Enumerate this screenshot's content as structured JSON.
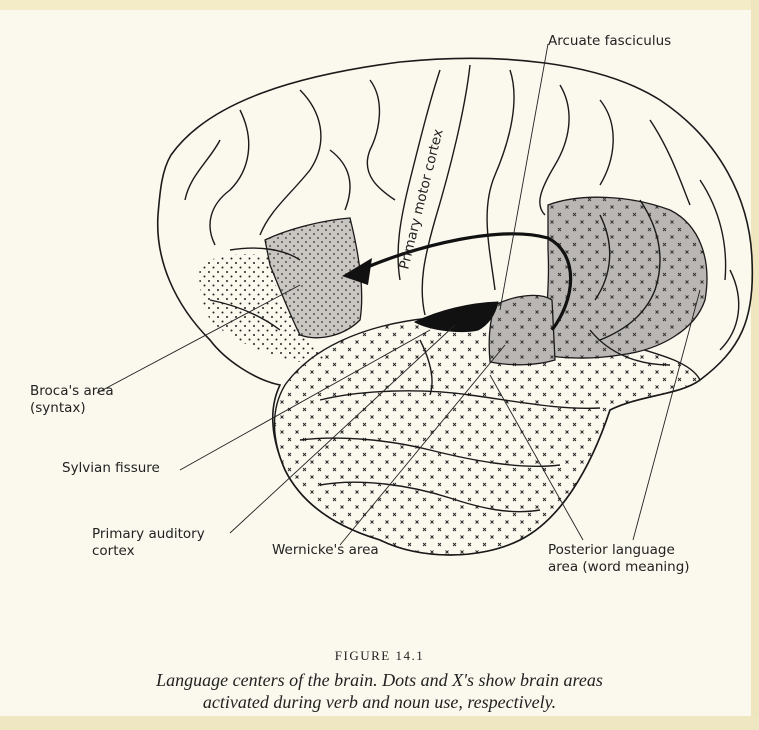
{
  "labels": {
    "arcuate": "Arcuate fasciculus",
    "motor": "Primary motor cortex",
    "broca_line1": "Broca's area",
    "broca_line2": "(syntax)",
    "sylvian": "Sylvian fissure",
    "auditory_line1": "Primary auditory",
    "auditory_line2": "cortex",
    "wernicke": "Wernicke's area",
    "posterior_line1": "Posterior language",
    "posterior_line2": "area (word meaning)"
  },
  "figure": {
    "number": "FIGURE 14.1",
    "caption_line1": "Language centers of the brain. Dots and X's show brain areas",
    "caption_line2": "activated during verb and noun use, respectively."
  },
  "colors": {
    "paper": "#fbf8ee",
    "ink": "#1a1a1a",
    "broca_fill": "#c9c6c2",
    "posterior_fill": "#b9b6b3"
  }
}
